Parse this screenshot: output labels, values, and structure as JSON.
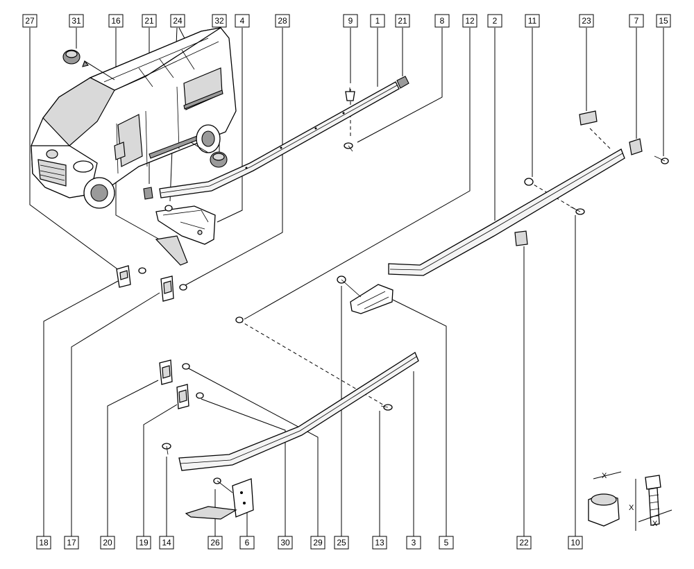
{
  "callouts_top": [
    "27",
    "31",
    "16",
    "21",
    "24",
    "32",
    "4",
    "28",
    "9",
    "1",
    "21",
    "8",
    "12",
    "2",
    "11",
    "23",
    "7",
    "15"
  ],
  "callouts_bottom": [
    "18",
    "17",
    "20",
    "19",
    "14",
    "26",
    "6",
    "30",
    "29",
    "25",
    "13",
    "3",
    "5",
    "22",
    "10"
  ],
  "dimension_legend": {
    "nut_label": "X",
    "bolt_label_length": "X",
    "bolt_label_diameter": "X"
  }
}
